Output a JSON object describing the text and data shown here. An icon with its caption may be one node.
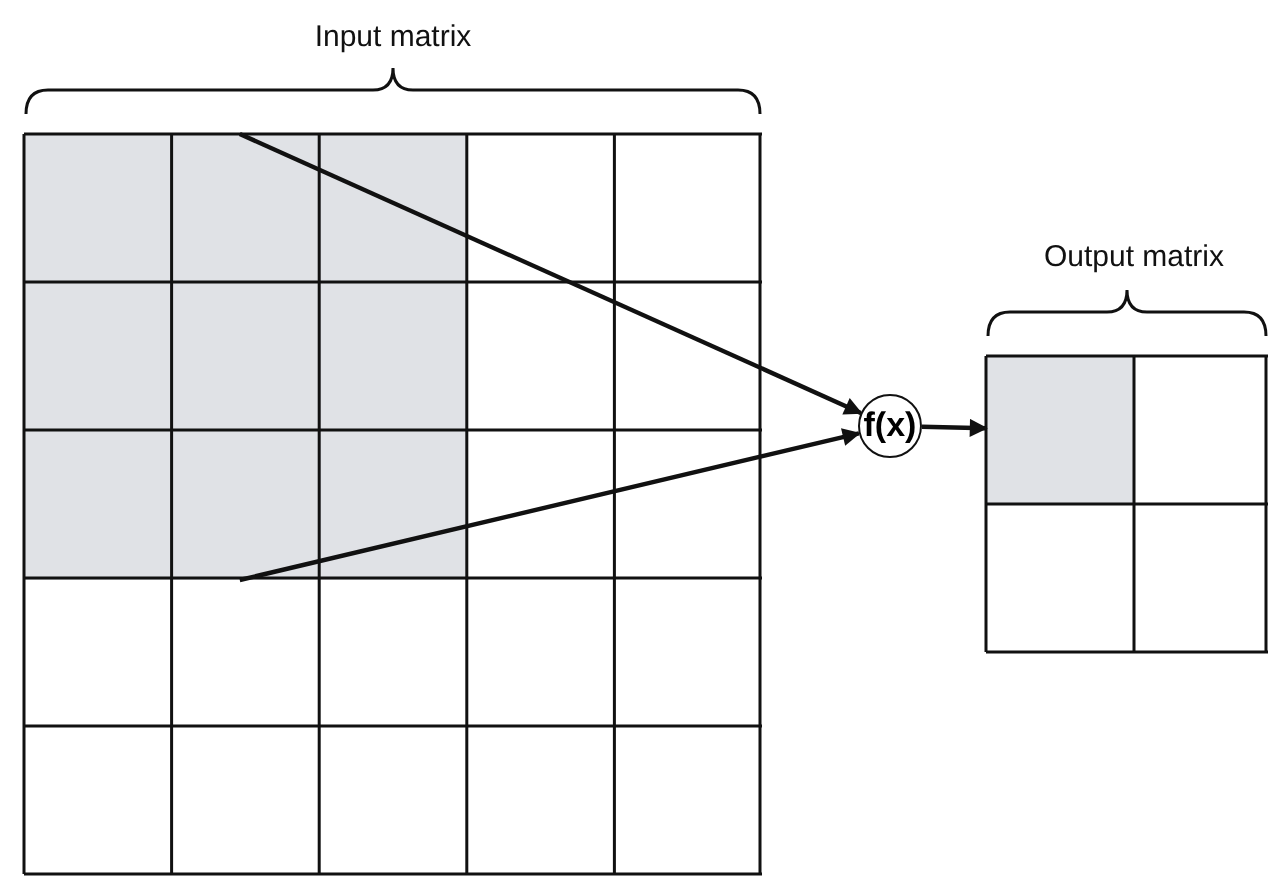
{
  "diagram": {
    "nodes": [
      {
        "text": [
          "Input matrix"
        ]
      },
      {
        "text": [],
        "shape": "box",
        "in": 0
      },
      {
        "text": [
          "f(x)"
        ]
      },
      {
        "text": [
          "Output matrix"
        ]
      },
      {
        "text": [],
        "shape": "box",
        "in": 3
      }
    ],
    "edges": [
      {
        "from": 1,
        "to": 2,
        "arrow": "to"
      },
      {
        "from": 1,
        "to": 2,
        "arrow": "to"
      },
      {
        "from": 2,
        "to": 4,
        "arrow": "to"
      }
    ]
  }
}
